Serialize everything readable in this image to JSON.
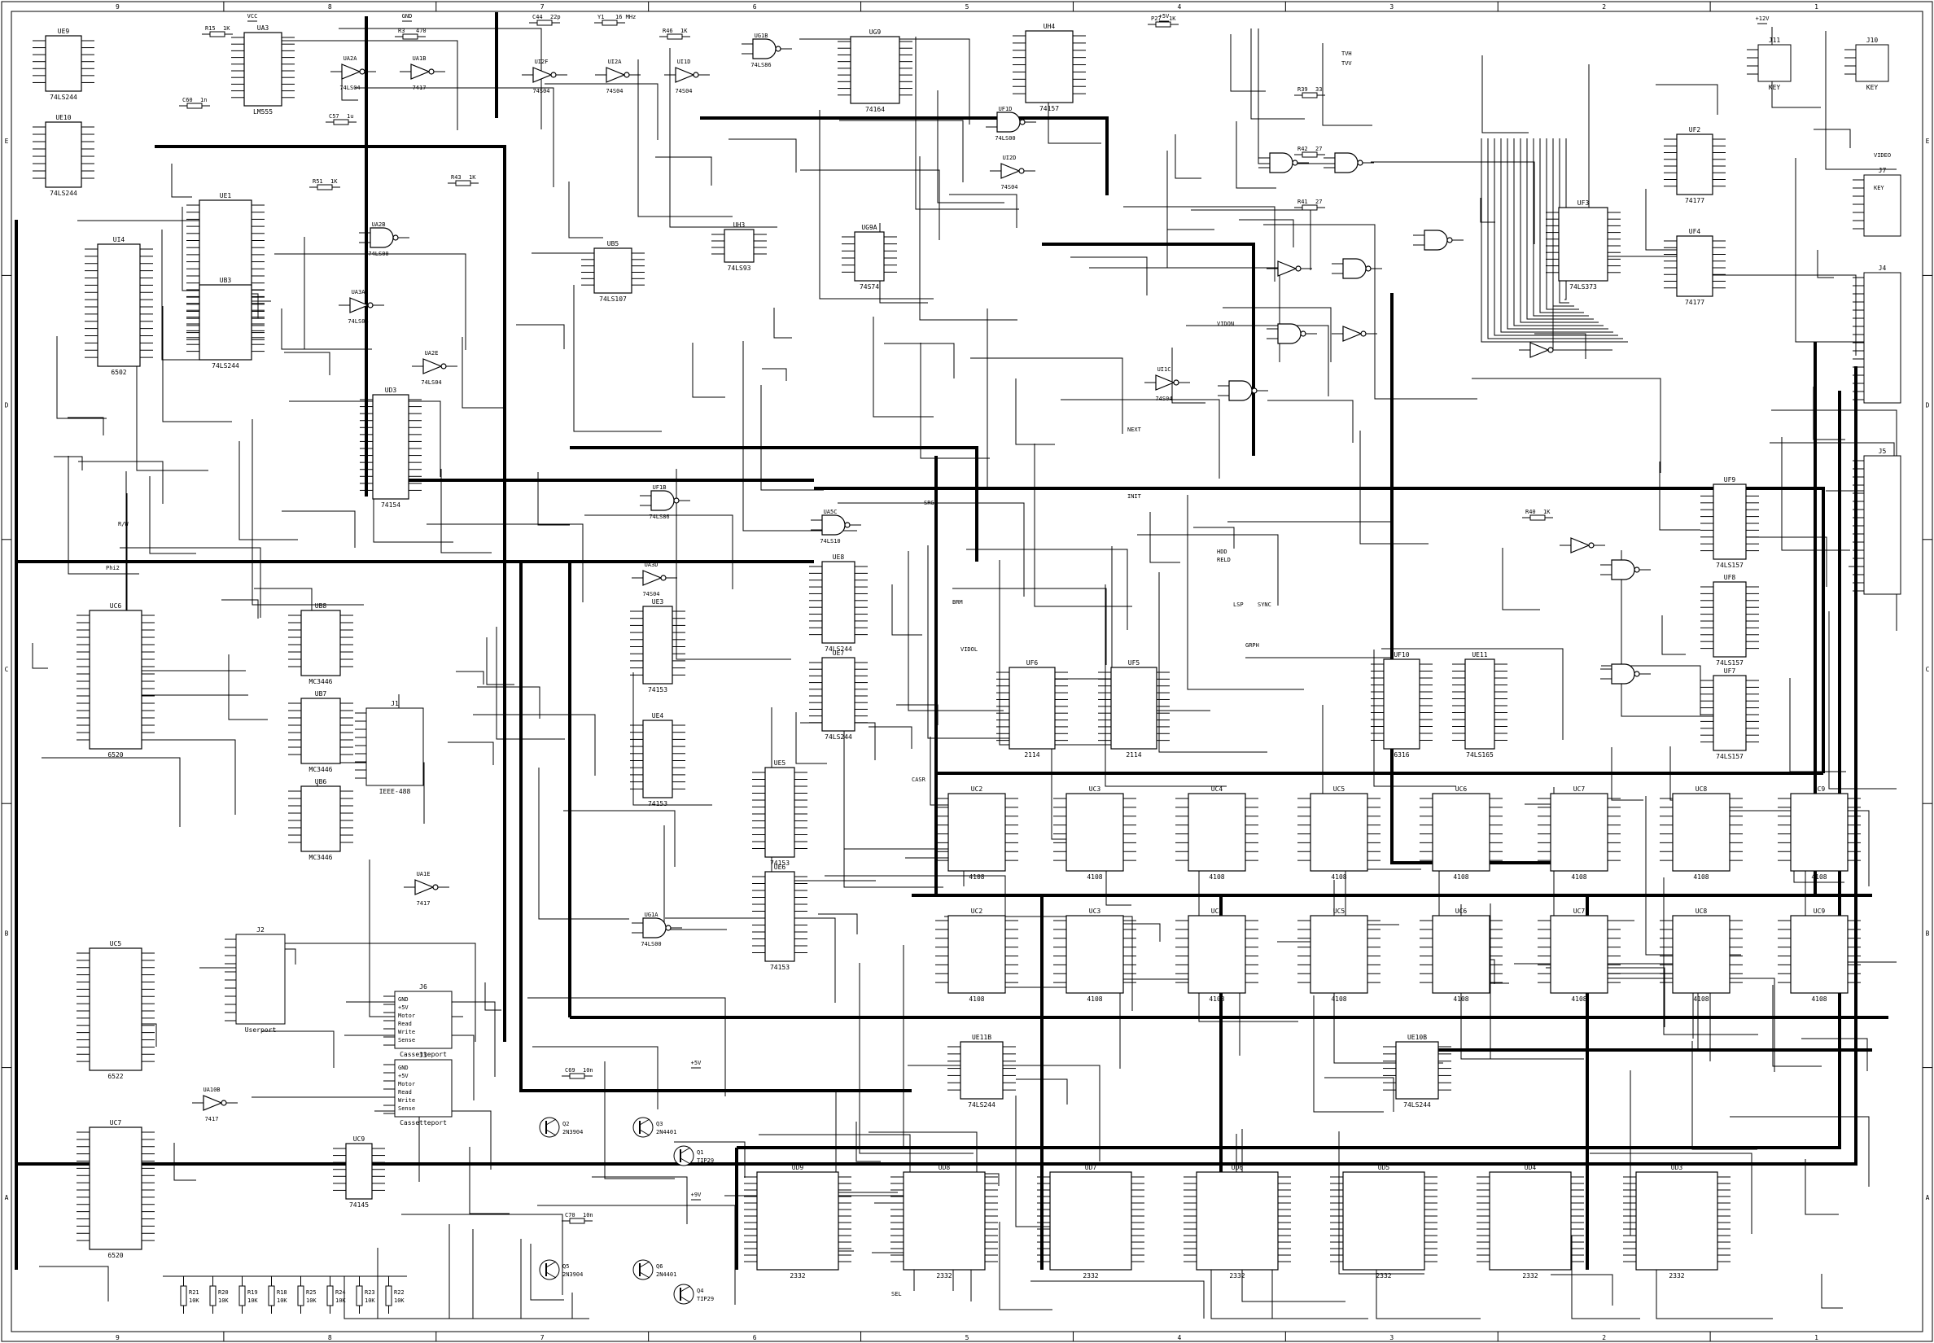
{
  "frame": {
    "col_labels": [
      "9",
      "8",
      "7",
      "6",
      "5",
      "4",
      "3",
      "2",
      "1"
    ],
    "row_labels": [
      "E",
      "D",
      "C",
      "B",
      "A"
    ]
  },
  "chips": [
    {
      "ref": "UE9",
      "part": "74LS244"
    },
    {
      "ref": "UE10",
      "part": "74LS244"
    },
    {
      "ref": "UA3",
      "part": "LM555"
    },
    {
      "ref": "UE1",
      "part": "74LS244"
    },
    {
      "ref": "UI4",
      "part": "6502"
    },
    {
      "ref": "UB3",
      "part": "74LS244"
    },
    {
      "ref": "UD3",
      "part": "74154"
    },
    {
      "ref": "UG9",
      "part": "74164"
    },
    {
      "ref": "UH4",
      "part": "74157"
    },
    {
      "ref": "UB5",
      "part": "74LS107"
    },
    {
      "ref": "UH3",
      "part": "74LS93"
    },
    {
      "ref": "UG9A",
      "part": "74S74"
    },
    {
      "ref": "UF3",
      "part": "74LS373"
    },
    {
      "ref": "UF4",
      "part": "74177"
    },
    {
      "ref": "UF2",
      "part": "74177"
    },
    {
      "ref": "UF9",
      "part": "74LS157"
    },
    {
      "ref": "UF8",
      "part": "74LS157"
    },
    {
      "ref": "UF7",
      "part": "74LS157"
    },
    {
      "ref": "UC6",
      "part": "6520"
    },
    {
      "ref": "UB8",
      "part": "MC3446"
    },
    {
      "ref": "UB7",
      "part": "MC3446"
    },
    {
      "ref": "UB6",
      "part": "MC3446"
    },
    {
      "ref": "UC5",
      "part": "6522"
    },
    {
      "ref": "UC7",
      "part": "6520"
    },
    {
      "ref": "UC9",
      "part": "74145"
    },
    {
      "ref": "UE8",
      "part": "74LS244"
    },
    {
      "ref": "UE7",
      "part": "74LS244"
    },
    {
      "ref": "UE3",
      "part": "74153"
    },
    {
      "ref": "UE4",
      "part": "74153"
    },
    {
      "ref": "UE5",
      "part": "74153"
    },
    {
      "ref": "UE6",
      "part": "74153"
    },
    {
      "ref": "UF6",
      "part": "2114"
    },
    {
      "ref": "UF5",
      "part": "2114"
    },
    {
      "ref": "UF10",
      "part": "6316"
    },
    {
      "ref": "UE11",
      "part": "74LS165"
    },
    {
      "ref": "UE11B",
      "part": "74LS244"
    },
    {
      "ref": "UE10B",
      "part": "74LS244"
    },
    {
      "ref": "UD9",
      "part": "2332"
    },
    {
      "ref": "UD8",
      "part": "2332"
    },
    {
      "ref": "UD7",
      "part": "2332"
    },
    {
      "ref": "UD6",
      "part": "2332"
    },
    {
      "ref": "UD5",
      "part": "2332"
    },
    {
      "ref": "UD4",
      "part": "2332"
    },
    {
      "ref": "UD3",
      "part": "2332"
    }
  ],
  "ram_top": [
    {
      "ref": "UC2",
      "part": "4108"
    },
    {
      "ref": "UC3",
      "part": "4108"
    },
    {
      "ref": "UC4",
      "part": "4108"
    },
    {
      "ref": "UC5",
      "part": "4108"
    },
    {
      "ref": "UC6",
      "part": "4108"
    },
    {
      "ref": "UC7",
      "part": "4108"
    },
    {
      "ref": "UC8",
      "part": "4108"
    },
    {
      "ref": "UC9",
      "part": "4108"
    }
  ],
  "ram_bottom": [
    {
      "ref": "UC2",
      "part": "4108"
    },
    {
      "ref": "UC3",
      "part": "4108"
    },
    {
      "ref": "UC4",
      "part": "4108"
    },
    {
      "ref": "UC5",
      "part": "4108"
    },
    {
      "ref": "UC6",
      "part": "4108"
    },
    {
      "ref": "UC7",
      "part": "4108"
    },
    {
      "ref": "UC8",
      "part": "4108"
    },
    {
      "ref": "UC9",
      "part": "4108"
    }
  ],
  "gates": [
    {
      "ref": "UA2A",
      "part": "74LS04"
    },
    {
      "ref": "UA1B",
      "part": "7417"
    },
    {
      "ref": "UI2F",
      "part": "74S04"
    },
    {
      "ref": "UI2A",
      "part": "74S04"
    },
    {
      "ref": "UI1D",
      "part": "74S04"
    },
    {
      "ref": "UG1B",
      "part": "74LS86"
    },
    {
      "ref": "UA2B",
      "part": "74LS00"
    },
    {
      "ref": "UA3A",
      "part": "74LS04"
    },
    {
      "ref": "UA2E",
      "part": "74LS04"
    },
    {
      "ref": "UF1B",
      "part": "74LS86"
    },
    {
      "ref": "UA5C",
      "part": "74LS10"
    },
    {
      "ref": "UA3D",
      "part": "74S04"
    },
    {
      "ref": "UF1D",
      "part": "74LS00"
    },
    {
      "ref": "UA1E",
      "part": "7417"
    },
    {
      "ref": "UA10B",
      "part": "7417"
    },
    {
      "ref": "UI2D",
      "part": "74S04"
    },
    {
      "ref": "UI1C",
      "part": "74S04"
    },
    {
      "ref": "UG1A",
      "part": "74LS00"
    }
  ],
  "connectors": [
    {
      "ref": "J1",
      "title": "IEEE-488"
    },
    {
      "ref": "J2",
      "title": "Userport"
    },
    {
      "ref": "J6",
      "title": "Cassetteport",
      "pins": [
        "GND",
        "+5V",
        "Motor",
        "Read",
        "Write",
        "Sense"
      ]
    },
    {
      "ref": "J3",
      "title": "Cassetteport",
      "pins": [
        "GND",
        "+5V",
        "Motor",
        "Read",
        "Write",
        "Sense"
      ]
    },
    {
      "ref": "J11",
      "title": "KEY"
    },
    {
      "ref": "J10",
      "title": "KEY"
    },
    {
      "ref": "J7",
      "title": ""
    },
    {
      "ref": "J4",
      "title": ""
    },
    {
      "ref": "J5",
      "title": ""
    }
  ],
  "transistors": [
    {
      "ref": "Q2",
      "part": "2N3904"
    },
    {
      "ref": "Q3",
      "part": "2N4401"
    },
    {
      "ref": "Q1",
      "part": "TIP29"
    },
    {
      "ref": "Q5",
      "part": "2N3904"
    },
    {
      "ref": "Q6",
      "part": "2N4401"
    },
    {
      "ref": "Q4",
      "part": "TIP29"
    }
  ],
  "passives": [
    {
      "ref": "R15",
      "value": "1K"
    },
    {
      "ref": "R3",
      "value": "470"
    },
    {
      "ref": "C44",
      "value": "22p"
    },
    {
      "ref": "Y1",
      "value": "16 MHz"
    },
    {
      "ref": "R46",
      "value": "1K"
    },
    {
      "ref": "P27",
      "value": "1K"
    },
    {
      "ref": "R51",
      "value": "1K"
    },
    {
      "ref": "R43",
      "value": "1K"
    },
    {
      "ref": "C69",
      "value": "10n"
    },
    {
      "ref": "C70",
      "value": "10n"
    },
    {
      "ref": "C60",
      "value": "1n"
    },
    {
      "ref": "C57",
      "value": "1u"
    },
    {
      "ref": "R42",
      "value": "27"
    },
    {
      "ref": "R41",
      "value": "27"
    },
    {
      "ref": "R39",
      "value": "33"
    },
    {
      "ref": "R40",
      "value": "1K"
    }
  ],
  "pullups": [
    "R21",
    "R20",
    "R19",
    "R18",
    "R25",
    "R24",
    "R23",
    "R22"
  ],
  "pullup_value": "10K",
  "nets": [
    "VIDEO",
    "TVH",
    "TVV",
    "KEY",
    "SRG",
    "SEL",
    "NEXT",
    "INIT",
    "LSP",
    "HDD",
    "RELD",
    "SYNC",
    "BRM",
    "GRPH",
    "VIDOL",
    "VIDON",
    "CASR",
    "R/W",
    "Phi2"
  ],
  "power": [
    "VCC",
    "GND",
    "+5V",
    "+5V",
    "+9V",
    "+12V"
  ]
}
